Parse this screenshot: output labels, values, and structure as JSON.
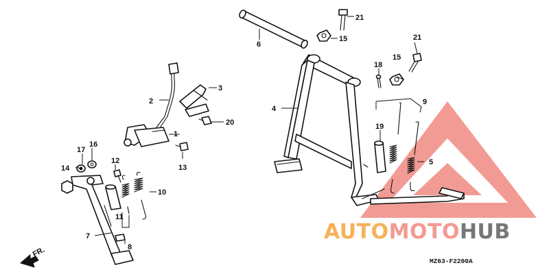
{
  "diagram_code": "MZ63-F2200A",
  "direction_label": "FR.",
  "watermark": {
    "word_1": "AUTO",
    "word_2": "MOTO",
    "word_3": "HUB",
    "color_1": "#F6B25A",
    "color_2": "#F39A93",
    "color_3": "#777777",
    "triangle_color": "#F08A82"
  },
  "callouts": [
    {
      "id": "1",
      "text": "1"
    },
    {
      "id": "2",
      "text": "2"
    },
    {
      "id": "3",
      "text": "3"
    },
    {
      "id": "4",
      "text": "4"
    },
    {
      "id": "5",
      "text": "5"
    },
    {
      "id": "6",
      "text": "6"
    },
    {
      "id": "7",
      "text": "7"
    },
    {
      "id": "8",
      "text": "8"
    },
    {
      "id": "9",
      "text": "9"
    },
    {
      "id": "10",
      "text": "10"
    },
    {
      "id": "11",
      "text": "11"
    },
    {
      "id": "12",
      "text": "12"
    },
    {
      "id": "13",
      "text": "13"
    },
    {
      "id": "14",
      "text": "14"
    },
    {
      "id": "15a",
      "text": "15"
    },
    {
      "id": "15b",
      "text": "15"
    },
    {
      "id": "16",
      "text": "16"
    },
    {
      "id": "17",
      "text": "17"
    },
    {
      "id": "18",
      "text": "18"
    },
    {
      "id": "19",
      "text": "19"
    },
    {
      "id": "20",
      "text": "20"
    },
    {
      "id": "21a",
      "text": "21"
    },
    {
      "id": "21b",
      "text": "21"
    }
  ]
}
